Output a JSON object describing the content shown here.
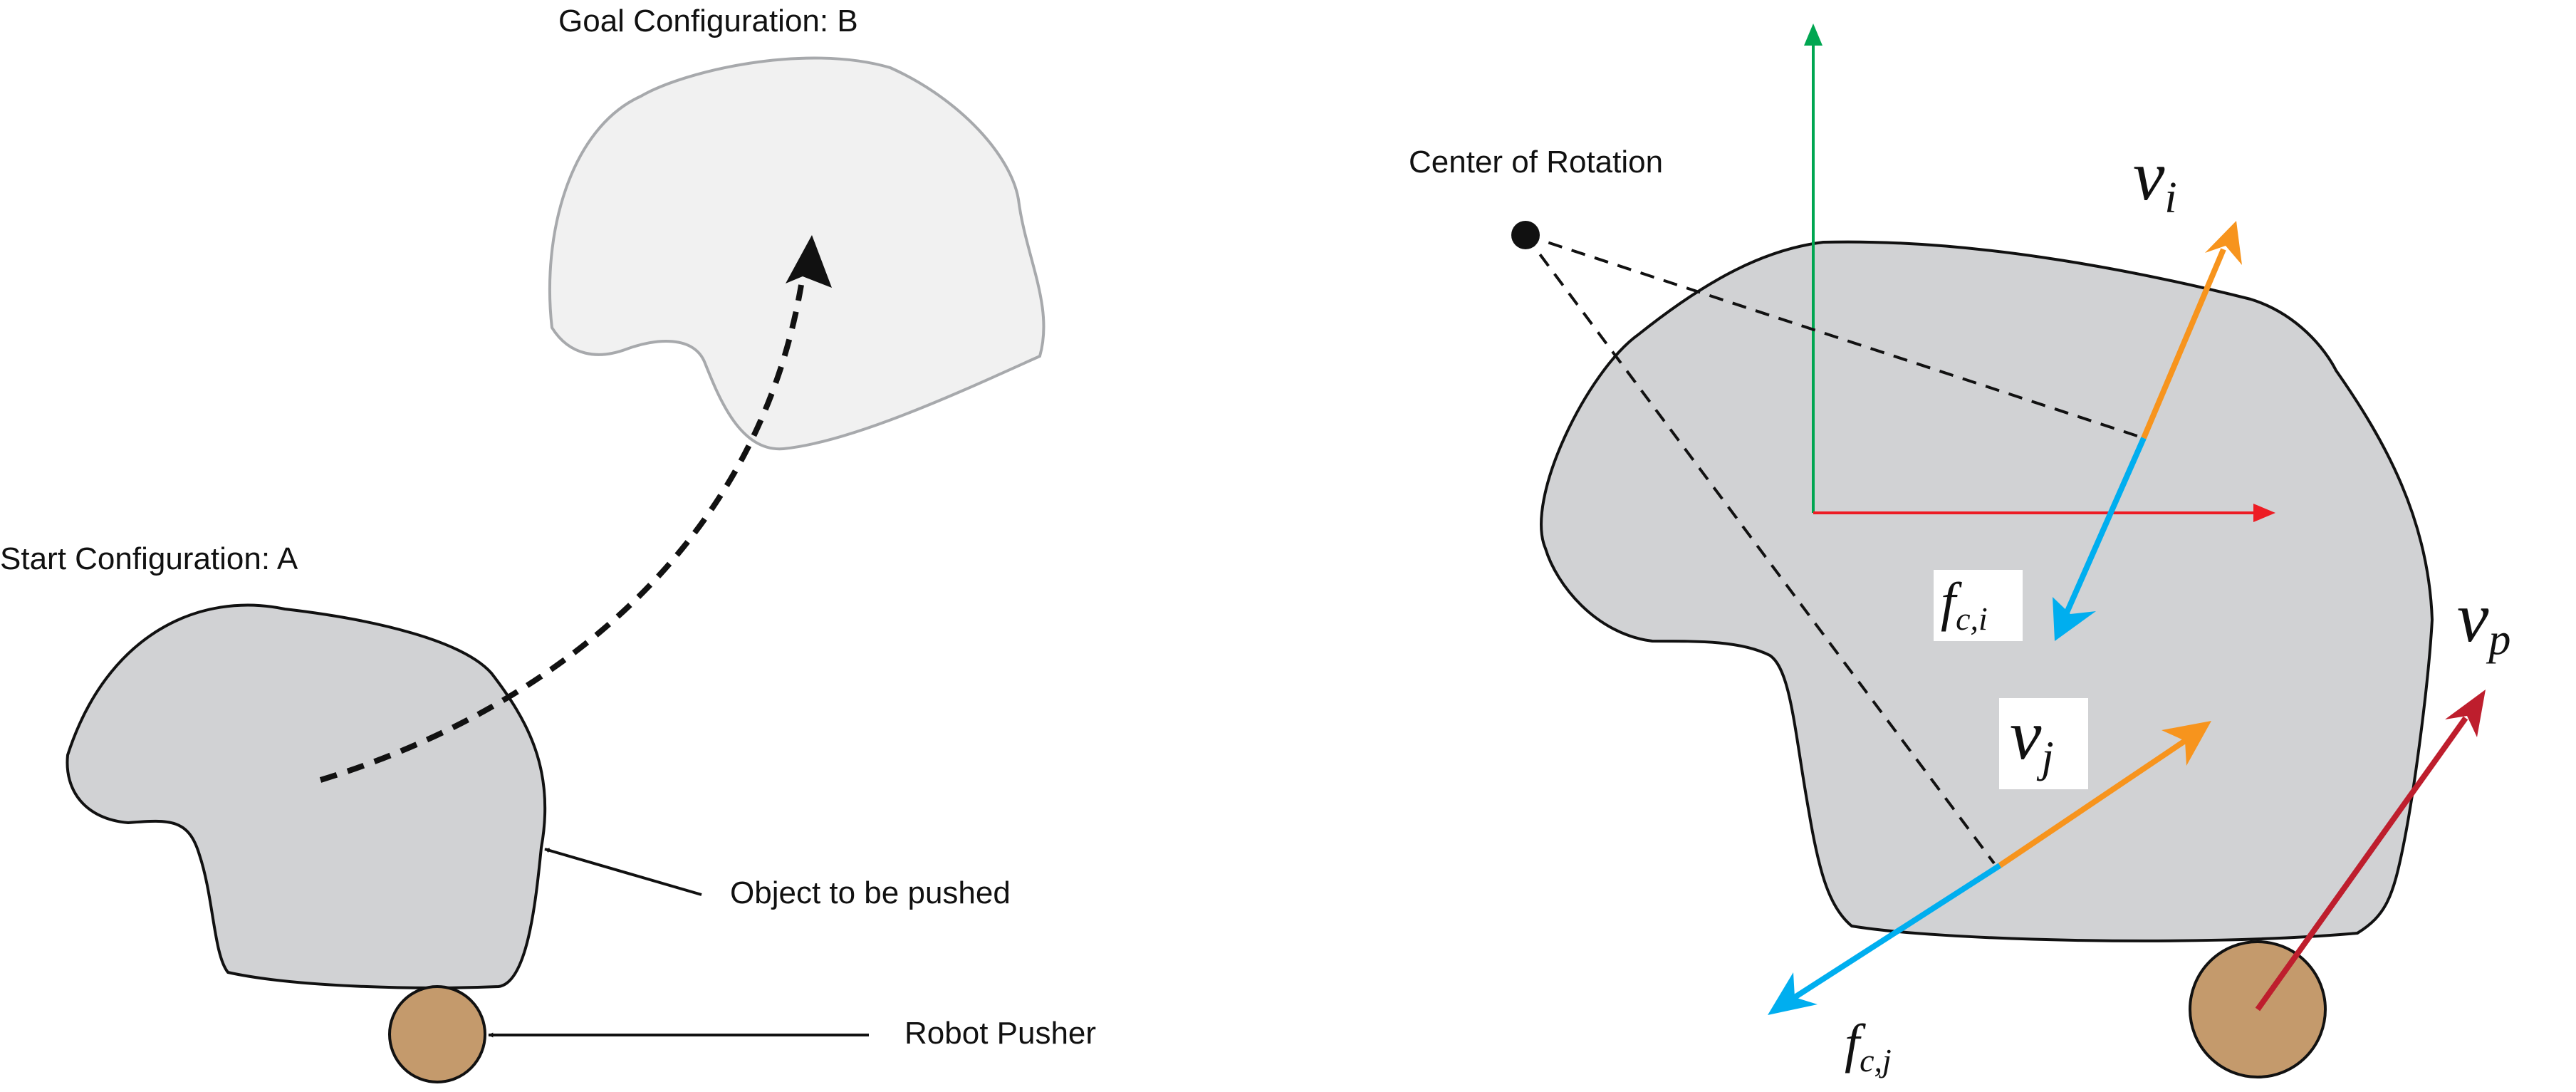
{
  "labels": {
    "goal": "Goal Configuration: B",
    "start": "Start Configuration: A",
    "object": "Object to be pushed",
    "pusher": "Robot Pusher",
    "cor": "Center of Rotation"
  },
  "math": {
    "vi_main": "v",
    "vi_sub": "i",
    "vj_main": "v",
    "vj_sub": "j",
    "vp_main": "v",
    "vp_sub": "p",
    "fci_main": "f",
    "fci_sub": "c,i",
    "fcj_main": "f",
    "fcj_sub": "c,j"
  },
  "colors": {
    "object_fill": "#d1d2d4",
    "goal_fill": "#f1f1f1",
    "goal_stroke": "#a7a9ac",
    "pusher_fill": "#c49a6c",
    "velocity": "#f7941d",
    "force": "#00aeef",
    "pusher_velocity": "#be1e2d",
    "axis_x": "#ed1c24",
    "axis_y": "#00a651"
  }
}
